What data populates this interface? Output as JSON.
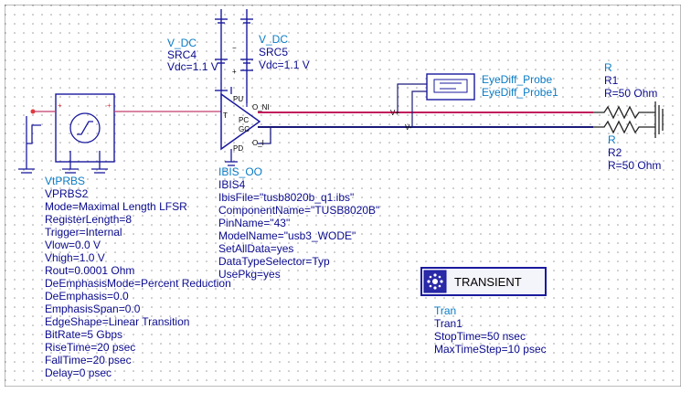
{
  "colors": {
    "label_type": "#0a7cc6",
    "label_param": "#0b0b8f",
    "wire_pink": "#c2185b",
    "wire_dark": "#1b1b7a",
    "wire_thin": "#c23b6a",
    "component": "#1a1a9e",
    "port": "#e53935"
  },
  "src4": {
    "type": "V_DC",
    "name": "SRC4",
    "params": [
      "Vdc=1.1 V"
    ]
  },
  "src5": {
    "type": "V_DC",
    "name": "SRC5",
    "params": [
      "Vdc=1.1 V"
    ]
  },
  "prbs": {
    "type": "VtPRBS",
    "name": "VPRBS2",
    "params": [
      "Mode=Maximal Length LFSR",
      "RegisterLength=8",
      "Trigger=Internal",
      "Vlow=0.0 V",
      "Vhigh=1.0 V",
      "Rout=0.0001 Ohm",
      "DeEmphasisMode=Percent Reduction",
      "DeEmphasis=0.0",
      "EmphasisSpan=0.0",
      "EdgeShape=Linear Transition",
      "BitRate=5 Gbps",
      "RiseTime=20 psec",
      "FallTime=20 psec",
      "Delay=0 psec"
    ]
  },
  "ibis": {
    "type": "IBIS_OO",
    "name": "IBIS4",
    "params": [
      "IbisFile=\"tusb8020b_q1.ibs\"",
      "ComponentName=\"TUSB8020B\"",
      "PinName=\"43\"",
      "ModelName=\"usb3_WODE\"",
      "SetAllData=yes",
      "DataTypeSelector=Typ",
      "UsePkg=yes"
    ],
    "pins": [
      "PU",
      "T",
      "PC",
      "GC",
      "PD",
      "O_NI",
      "O_I"
    ]
  },
  "probe": {
    "type": "EyeDiff_Probe",
    "name": "EyeDiff_Probe1",
    "pins": [
      "V+",
      "V-"
    ]
  },
  "r1": {
    "type": "R",
    "name": "R1",
    "params": [
      "R=50 Ohm"
    ]
  },
  "r2": {
    "type": "R",
    "name": "R2",
    "params": [
      "R=50 Ohm"
    ]
  },
  "tran": {
    "button_label": "TRANSIENT",
    "type": "Tran",
    "name": "Tran1",
    "params": [
      "StopTime=50 nsec",
      "MaxTimeStep=10 psec"
    ]
  }
}
